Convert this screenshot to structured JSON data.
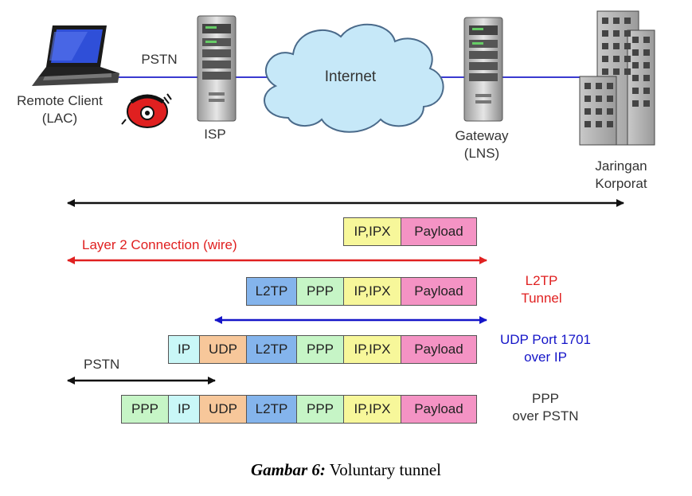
{
  "network": {
    "remote_client": [
      "Remote Client",
      "(LAC)"
    ],
    "pstn": "PSTN",
    "isp": "ISP",
    "internet": "Internet",
    "gateway": [
      "Gateway",
      "(LNS)"
    ],
    "corporate": [
      "Jaringan",
      "Korporat"
    ]
  },
  "arrows": {
    "layer2": "Layer 2 Connection (wire)",
    "pstn": "PSTN"
  },
  "side_labels": {
    "l2tp_tunnel": [
      "L2TP",
      "Tunnel"
    ],
    "udp_port": [
      "UDP Port 1701",
      "over IP"
    ],
    "ppp_pstn": [
      "PPP",
      "over PSTN"
    ]
  },
  "rows": [
    [
      "IP,IPX",
      "Payload"
    ],
    [
      "L2TP",
      "PPP",
      "IP,IPX",
      "Payload"
    ],
    [
      "IP",
      "UDP",
      "L2TP",
      "PPP",
      "IP,IPX",
      "Payload"
    ],
    [
      "PPP",
      "IP",
      "UDP",
      "L2TP",
      "PPP",
      "IP,IPX",
      "Payload"
    ]
  ],
  "colors": {
    "PPP": "#c6f5c6",
    "IP": "#c9f7f7",
    "UDP": "#f7c79a",
    "L2TP": "#84b4ec",
    "IP,IPX": "#f7f79a",
    "Payload": "#f493c4",
    "line_blue": "#3a3ad0",
    "arrow_red": "#e02020"
  },
  "caption": {
    "label": "Gambar 6:",
    "text": "Voluntary tunnel"
  }
}
